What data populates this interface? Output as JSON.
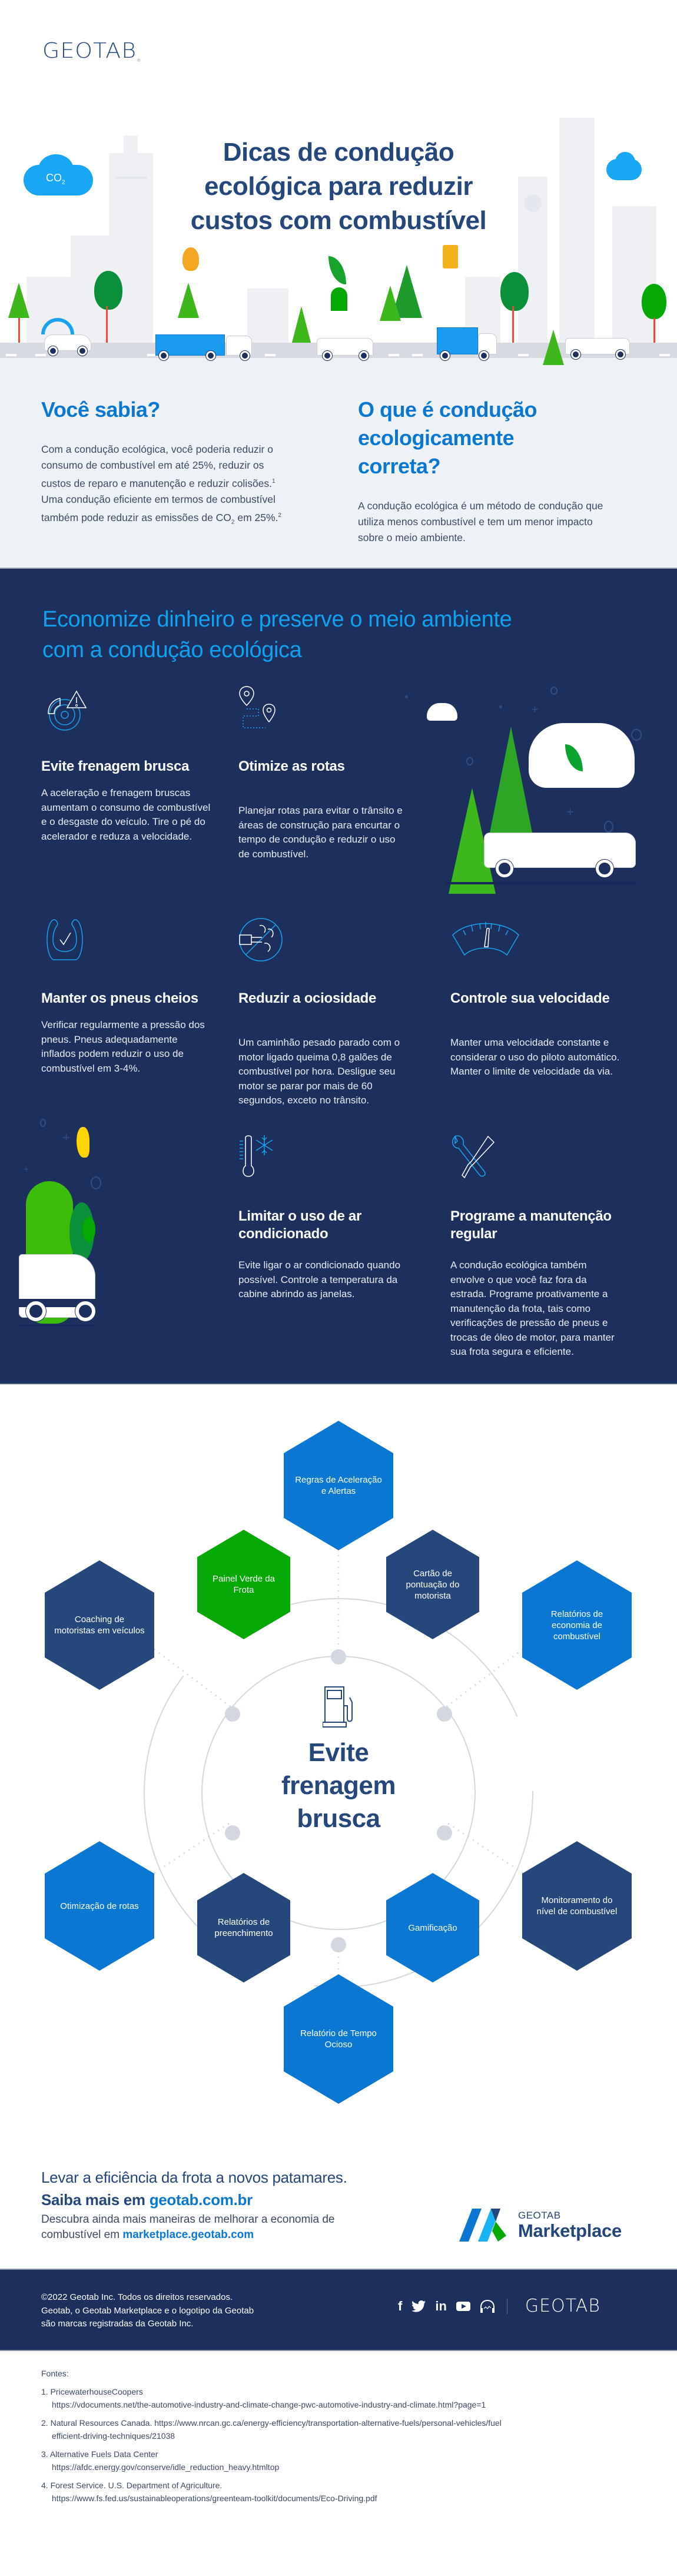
{
  "brand": {
    "logo_text": "GEOTAB",
    "colors": {
      "navy": "#1d2f5c",
      "title_navy": "#25477b",
      "accent_blue": "#0a78d2",
      "bright_blue": "#10a2f0",
      "green": "#05a805",
      "light_bg": "#eef2f7"
    }
  },
  "hero": {
    "title_lines": [
      "Dicas de condução",
      "ecológica para reduzir",
      "custos com combustível"
    ],
    "co2_label": "CO",
    "co2_sub": "2"
  },
  "info": {
    "left": {
      "heading": "Você sabia?",
      "p1": "Com a condução ecológica, você poderia reduzir o consumo de combustível em até 25%, reduzir os custos de reparo e manutenção e reduzir colisões.",
      "p1_ref": "1",
      "p2_pre": "Uma condução eficiente em termos de combustível também pode reduzir as emissões de CO",
      "p2_sub": "2",
      "p2_post": " em 25%.",
      "p2_ref": "2"
    },
    "right": {
      "heading_lines": [
        "O que é condução",
        "ecologicamente",
        "correta?"
      ],
      "p": "A condução ecológica é um método de condução que utiliza menos combustível e tem um menor impacto sobre o meio ambiente."
    }
  },
  "tips": {
    "heading_lines": [
      "Economize dinheiro e preserve o meio ambiente",
      "com a condução ecológica"
    ],
    "items": [
      {
        "icon": "brake-warning-icon",
        "title": "Evite frenagem brusca",
        "text": "A aceleração e frenagem bruscas aumentam o consumo de combustível e o desgaste do veículo. Tire o pé do acelerador e reduza a velocidade."
      },
      {
        "icon": "route-pins-icon",
        "title": "Otimize as rotas",
        "text": "Planejar rotas para evitar o trânsito e áreas de construção para encurtar o tempo de condução e reduzir o uso de combustível."
      },
      {
        "icon": "tire-check-icon",
        "title": "Manter os pneus cheios",
        "text": "Verificar regularmente a pressão dos pneus. Pneus adequadamente inflados podem reduzir o uso de combustível em 3-4%."
      },
      {
        "icon": "no-exhaust-icon",
        "title": "Reduzir a ociosidade",
        "text": "Um caminhão pesado parado com o motor ligado queima 0,8 galões de combustível por hora. Desligue seu motor se parar por mais de 60 segundos, exceto no trânsito."
      },
      {
        "icon": "speedometer-icon",
        "title": "Controle sua velocidade",
        "text": "Manter uma velocidade constante e considerar o uso do piloto automático. Manter o limite de velocidade da via."
      },
      {
        "icon": "thermometer-snow-icon",
        "title": "Limitar o uso de ar condicionado",
        "text": "Evite ligar o ar condicionado quando possível. Controle a temperatura da cabine abrindo as janelas."
      },
      {
        "icon": "wrench-screwdriver-icon",
        "title": "Programe a manutenção regular",
        "text": "A condução ecológica também envolve o que você faz fora da estrada. Programe proativamente a manutenção da frota, tais como verificações de pressão de pneus e trocas de óleo de motor, para manter sua frota segura e eficiente."
      }
    ]
  },
  "diagram": {
    "center_icon": "fuel-pump-icon",
    "center_title_lines": [
      "Evite",
      "frenagem",
      "brusca"
    ],
    "hexagons": [
      {
        "label": "Regras de Aceleração e Alertas",
        "color": "blue"
      },
      {
        "label": "Painel Verde da Frota",
        "color": "green"
      },
      {
        "label": "Cartão de pontuação do motorista",
        "color": "navy"
      },
      {
        "label": "Coaching de motoristas em veículos",
        "color": "navy"
      },
      {
        "label": "Relatórios de economia de combustível",
        "color": "blue"
      },
      {
        "label": "Otimização de rotas",
        "color": "blue"
      },
      {
        "label": "Relatórios de preenchimento",
        "color": "navy"
      },
      {
        "label": "Gamificação",
        "color": "blue"
      },
      {
        "label": "Monitoramento do nível de combustível",
        "color": "navy"
      },
      {
        "label": "Relatório de Tempo Ocioso",
        "color": "blue"
      }
    ]
  },
  "cta": {
    "line1": "Levar a eficiência da frota a novos patamares.",
    "line2_pre": "Saiba mais em ",
    "line2_link": "geotab.com.br",
    "line3_pre": "Descubra ainda mais maneiras de melhorar a economia de combustível em ",
    "line3_link": "marketplace.geotab.com",
    "marketplace_brand": "GEOTAB",
    "marketplace_name": "Marketplace"
  },
  "footer": {
    "legal_lines": [
      "©2022 Geotab Inc. Todos os direitos reservados.",
      "Geotab, o Geotab Marketplace e o logotipo da Geotab",
      "são marcas registradas da Geotab Inc."
    ],
    "social": [
      {
        "name": "facebook",
        "glyph": "f"
      },
      {
        "name": "twitter",
        "glyph": "🐦"
      },
      {
        "name": "linkedin",
        "glyph": "in"
      },
      {
        "name": "youtube",
        "glyph": "▶"
      },
      {
        "name": "podcast",
        "glyph": "🎧"
      }
    ],
    "logo_text": "GEOTAB"
  },
  "sources": {
    "label": "Fontes:",
    "items": [
      {
        "n": "1.",
        "name": "PricewaterhouseCoopers",
        "url": "https://vdocuments.net/the-automotive-industry-and-climate-change-pwc-automotive-industry-and-climate.html?page=1"
      },
      {
        "n": "2.",
        "name": "Natural Resources Canada. https://www.nrcan.gc.ca/energy-efficiency/transportation-alternative-fuels/personal-vehicles/fuel",
        "url": "efficient-driving-techniques/21038"
      },
      {
        "n": "3.",
        "name": "Alternative Fuels Data Center",
        "url": "https://afdc.energy.gov/conserve/idle_reduction_heavy.htmltop"
      },
      {
        "n": "4.",
        "name": "Forest Service. U.S. Department of Agriculture.",
        "url": "https://www.fs.fed.us/sustainableoperations/greenteam-toolkit/documents/Eco-Driving.pdf"
      }
    ]
  }
}
